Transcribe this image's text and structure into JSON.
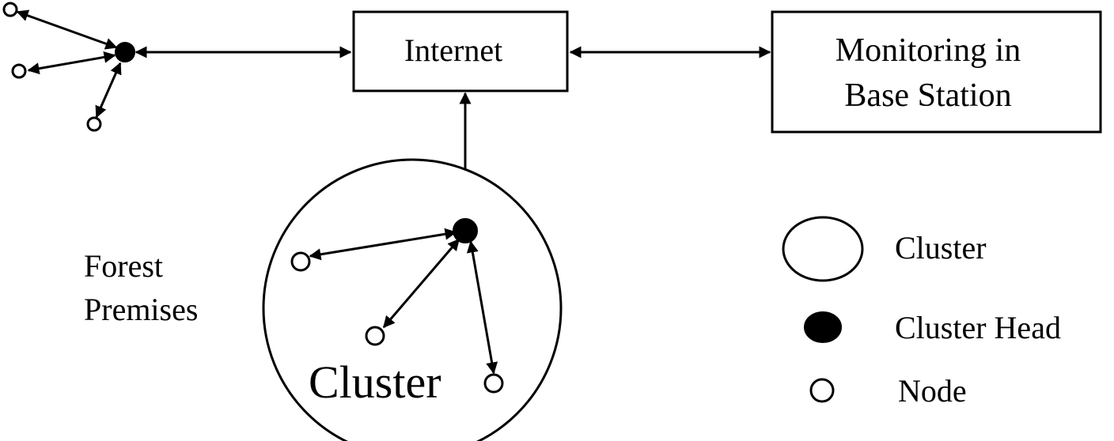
{
  "boxes": {
    "internet": "Internet",
    "monitoring_line1": "Monitoring in",
    "monitoring_line2": "Base Station"
  },
  "labels": {
    "forest_line1": "Forest",
    "forest_line2": "Premises",
    "cluster_inside": "Cluster"
  },
  "legend": {
    "cluster": "Cluster",
    "cluster_head": "Cluster Head",
    "node": "Node"
  }
}
